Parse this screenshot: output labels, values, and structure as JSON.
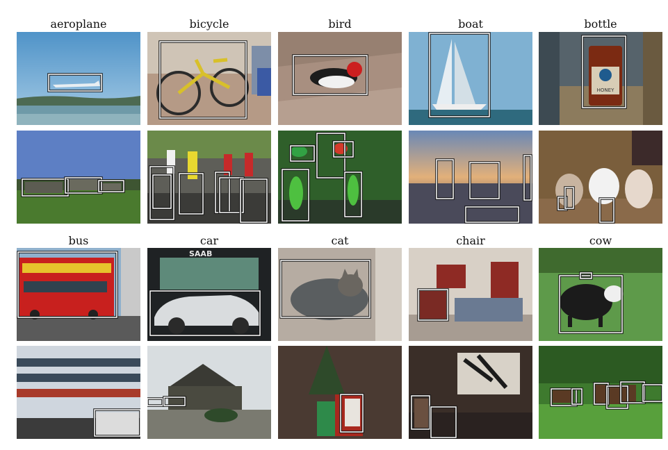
{
  "categories": [
    {
      "label": "aeroplane"
    },
    {
      "label": "bicycle"
    },
    {
      "label": "bird"
    },
    {
      "label": "boat"
    },
    {
      "label": "bottle"
    },
    {
      "label": "bus"
    },
    {
      "label": "car"
    },
    {
      "label": "cat"
    },
    {
      "label": "chair"
    },
    {
      "label": "cow"
    }
  ],
  "photo_text": {
    "car_brand": "SAAB",
    "bottle_label": "HONEY"
  }
}
